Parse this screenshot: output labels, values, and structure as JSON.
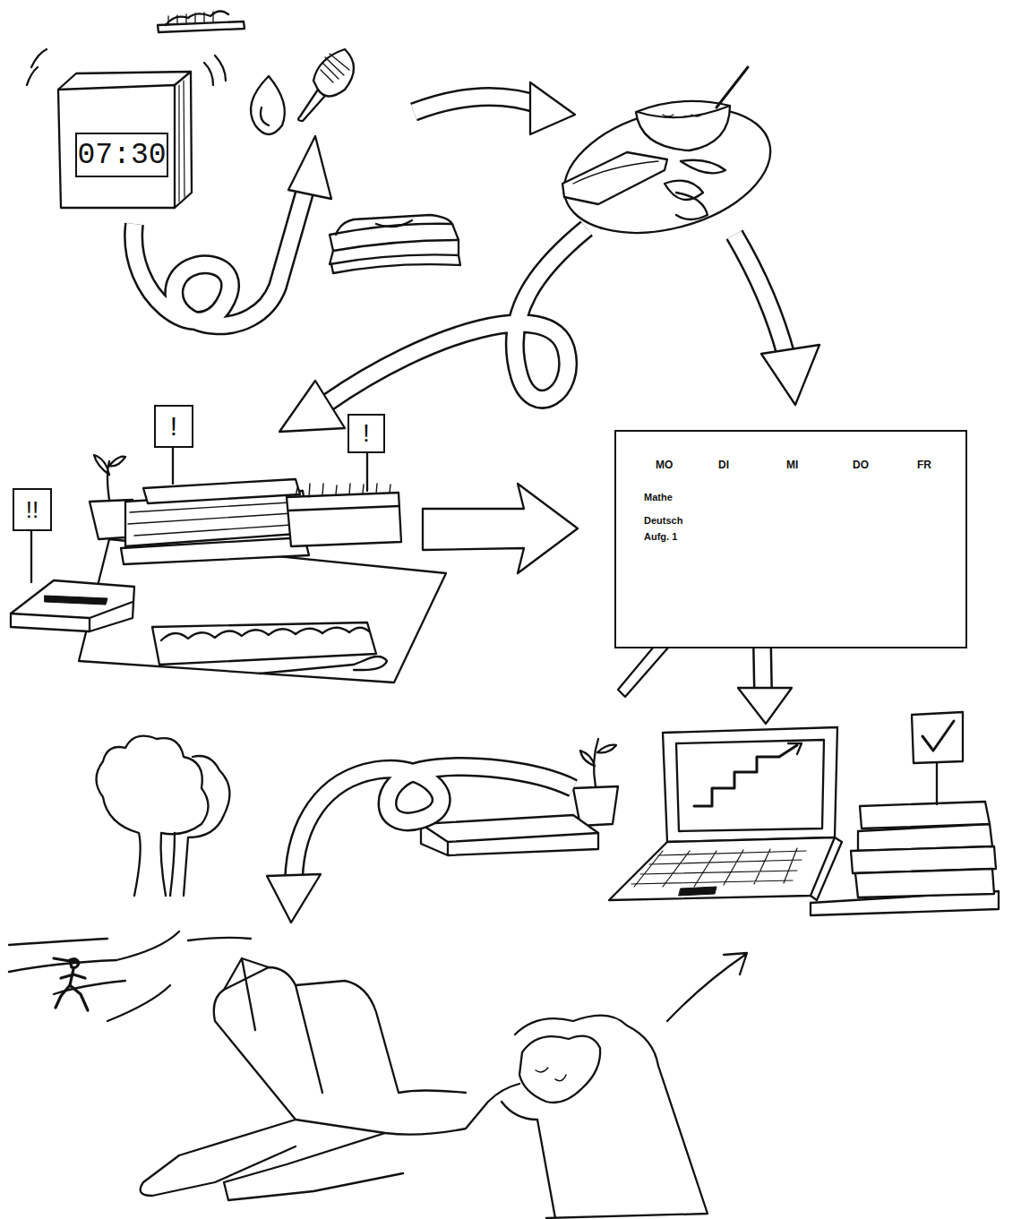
{
  "diagram": {
    "nodes": [
      {
        "text": [
          "07:30"
        ]
      },
      {
        "text": [
          "!"
        ]
      },
      {
        "text": [
          "!"
        ]
      },
      {
        "text": [
          "!!"
        ]
      },
      {
        "text": [
          "MO",
          "DI",
          "MI",
          "DO",
          "FR",
          "Mathe",
          "Deutsch",
          "Aufg. 1"
        ]
      }
    ]
  }
}
